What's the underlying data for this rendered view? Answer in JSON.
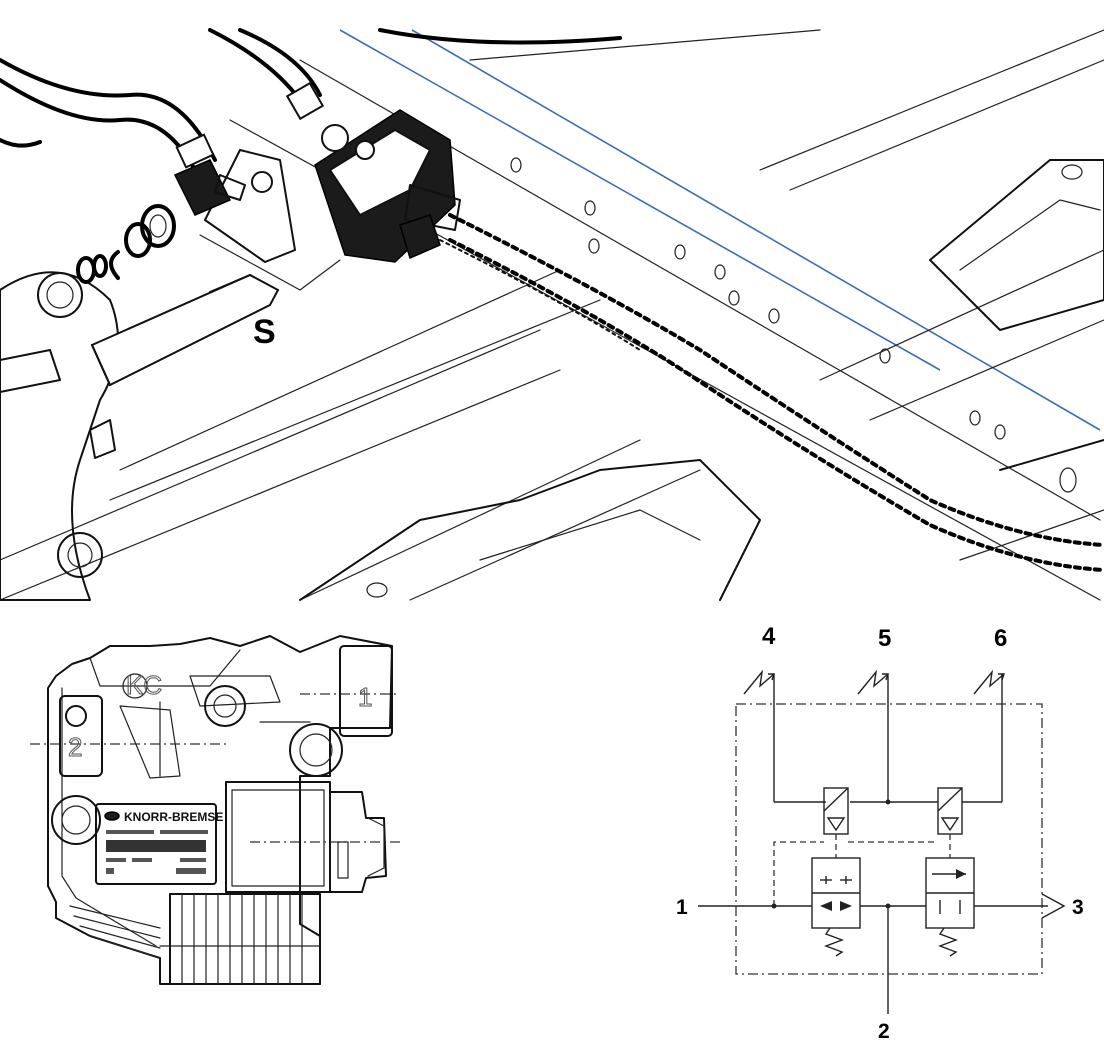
{
  "assembly": {
    "callout_label": "S"
  },
  "valve": {
    "brand_label": "KNORR-BREMSE",
    "port_1_cast": "1",
    "port_2_cast": "2"
  },
  "schematic": {
    "ports": {
      "p1": "1",
      "p2": "2",
      "p3": "3",
      "p4": "4",
      "p5": "5",
      "p6": "6"
    }
  },
  "colors": {
    "line": "#111111",
    "frame_accent": "#3d6fb0",
    "background": "#ffffff"
  }
}
